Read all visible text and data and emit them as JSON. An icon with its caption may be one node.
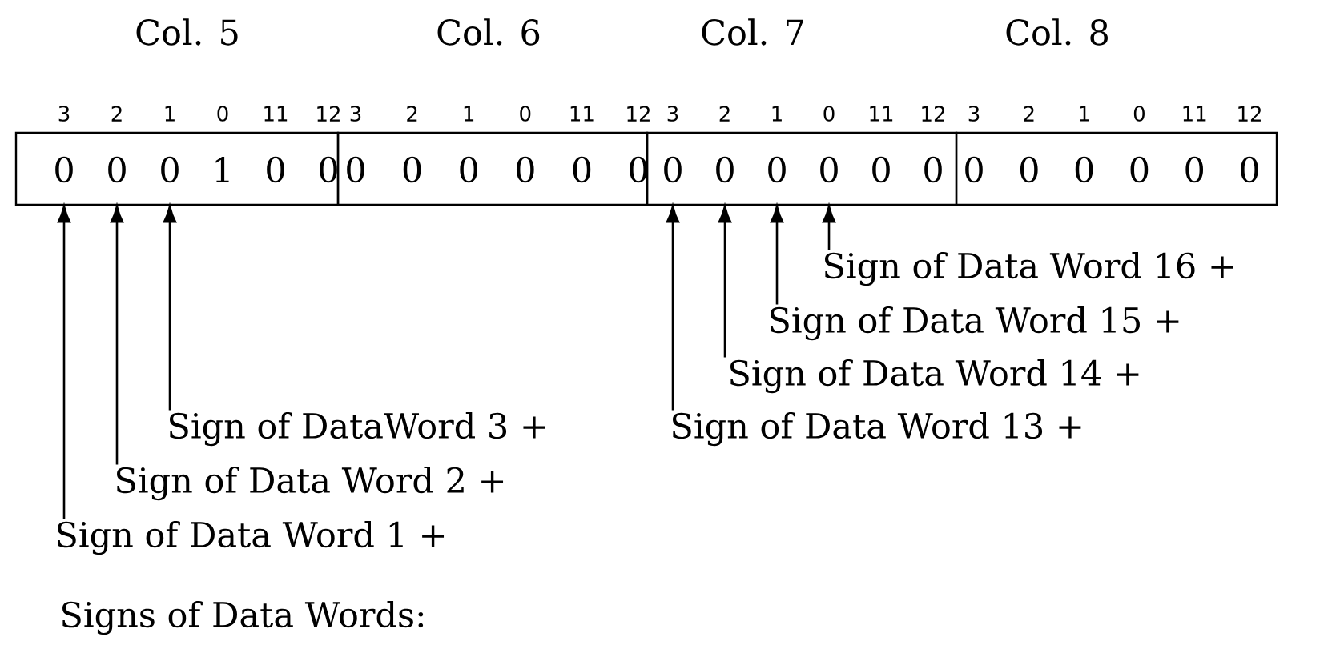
{
  "diagram": {
    "nodes": [
      {
        "text": [
          "Col. 5"
        ]
      },
      {
        "text": [
          "0"
        ],
        "in": 0
      },
      {
        "text": [
          "0"
        ],
        "in": 0
      },
      {
        "text": [
          "0"
        ],
        "in": 0
      },
      {
        "text": [
          "1"
        ],
        "in": 0
      },
      {
        "text": [
          "0"
        ],
        "in": 0
      },
      {
        "text": [
          "0"
        ],
        "in": 0
      },
      {
        "text": [
          "Col. 6"
        ]
      },
      {
        "text": [
          "0"
        ],
        "in": 7
      },
      {
        "text": [
          "0"
        ],
        "in": 7
      },
      {
        "text": [
          "0"
        ],
        "in": 7
      },
      {
        "text": [
          "0"
        ],
        "in": 7
      },
      {
        "text": [
          "0"
        ],
        "in": 7
      },
      {
        "text": [
          "0"
        ],
        "in": 7
      },
      {
        "text": [
          "Col. 7"
        ]
      },
      {
        "text": [
          "0"
        ],
        "in": 14
      },
      {
        "text": [
          "0"
        ],
        "in": 14
      },
      {
        "text": [
          "0"
        ],
        "in": 14
      },
      {
        "text": [
          "0"
        ],
        "in": 14
      },
      {
        "text": [
          "0"
        ],
        "in": 14
      },
      {
        "text": [
          "0"
        ],
        "in": 14
      },
      {
        "text": [
          "Col. 8"
        ]
      },
      {
        "text": [
          "0"
        ],
        "in": 21
      },
      {
        "text": [
          "0"
        ],
        "in": 21
      },
      {
        "text": [
          "0"
        ],
        "in": 21
      },
      {
        "text": [
          "0"
        ],
        "in": 21
      },
      {
        "text": [
          "0"
        ],
        "in": 21
      },
      {
        "text": [
          "0"
        ],
        "in": 21
      },
      {
        "text": [
          "Sign of Data Word 1 +"
        ]
      },
      {
        "text": [
          "Sign of Data Word 2 +"
        ]
      },
      {
        "text": [
          "Sign of DataWord 3 +"
        ]
      },
      {
        "text": [
          "Sign of Data Word 13 +"
        ]
      },
      {
        "text": [
          "Sign of Data Word 14 +"
        ]
      },
      {
        "text": [
          "Sign of Data Word 15 +"
        ]
      },
      {
        "text": [
          "Sign of Data Word 16 +"
        ]
      }
    ],
    "edges": [
      {
        "from": 28,
        "to": 1,
        "arrow": "to"
      },
      {
        "from": 29,
        "to": 2,
        "arrow": "to"
      },
      {
        "from": 30,
        "to": 3,
        "arrow": "to"
      },
      {
        "from": 31,
        "to": 15,
        "arrow": "to"
      },
      {
        "from": 32,
        "to": 16,
        "arrow": "to"
      },
      {
        "from": 33,
        "to": 17,
        "arrow": "to"
      },
      {
        "from": 34,
        "to": 18,
        "arrow": "to"
      }
    ],
    "labels": [
      "3",
      "2",
      "1",
      "0",
      "11",
      "12",
      "3",
      "2",
      "1",
      "0",
      "11",
      "12",
      "3",
      "2",
      "1",
      "0",
      "11",
      "12",
      "3",
      "2",
      "1",
      "0",
      "11",
      "12",
      "Signs of Data Words:"
    ]
  }
}
